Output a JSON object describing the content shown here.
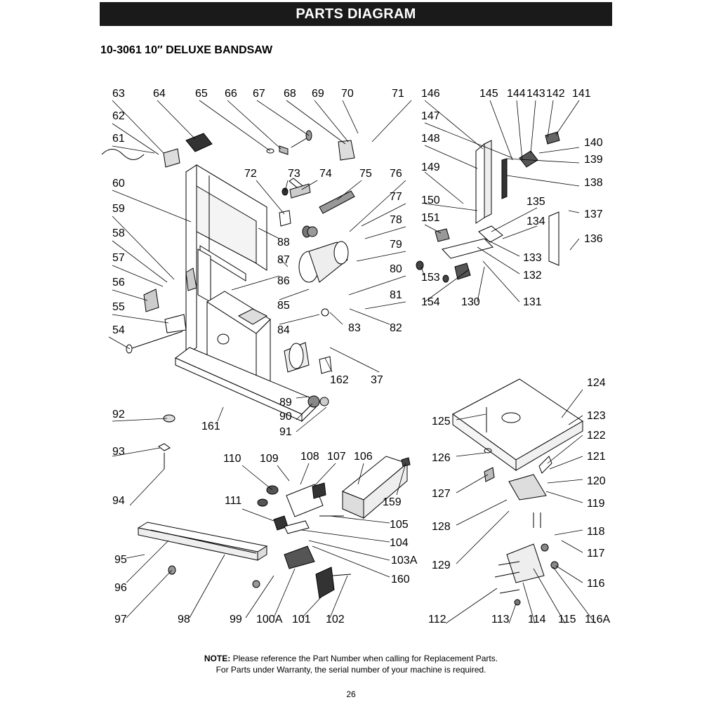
{
  "header": {
    "title": "PARTS DIAGRAM"
  },
  "model": {
    "subtitle": "10-3061 10″ DELUXE BANDSAW"
  },
  "callouts": [
    "63",
    "64",
    "65",
    "66",
    "67",
    "68",
    "69",
    "70",
    "71",
    "62",
    "61",
    "60",
    "59",
    "58",
    "57",
    "56",
    "55",
    "54",
    "72",
    "73",
    "74",
    "75",
    "76",
    "77",
    "78",
    "79",
    "80",
    "81",
    "82",
    "83",
    "84",
    "85",
    "86",
    "87",
    "88",
    "37",
    "162",
    "89",
    "90",
    "91",
    "161",
    "92",
    "93",
    "94",
    "146",
    "145",
    "144",
    "143",
    "142",
    "141",
    "147",
    "148",
    "149",
    "150",
    "151",
    "140",
    "139",
    "138",
    "135",
    "137",
    "134",
    "136",
    "133",
    "132",
    "153",
    "154",
    "130",
    "131",
    "110",
    "109",
    "108",
    "107",
    "106",
    "111",
    "159",
    "105",
    "104",
    "103A",
    "160",
    "95",
    "96",
    "97",
    "98",
    "99",
    "100A",
    "101",
    "102",
    "124",
    "123",
    "125",
    "122",
    "126",
    "121",
    "127",
    "120",
    "119",
    "128",
    "118",
    "117",
    "129",
    "116",
    "112",
    "113",
    "114",
    "115",
    "116A"
  ],
  "footer": {
    "note_label": "NOTE:",
    "note_line1": "Please reference the Part Number when calling for Replacement Parts.",
    "note_line2": "For Parts under Warranty, the serial number of your machine is required.",
    "page_number": "26"
  }
}
